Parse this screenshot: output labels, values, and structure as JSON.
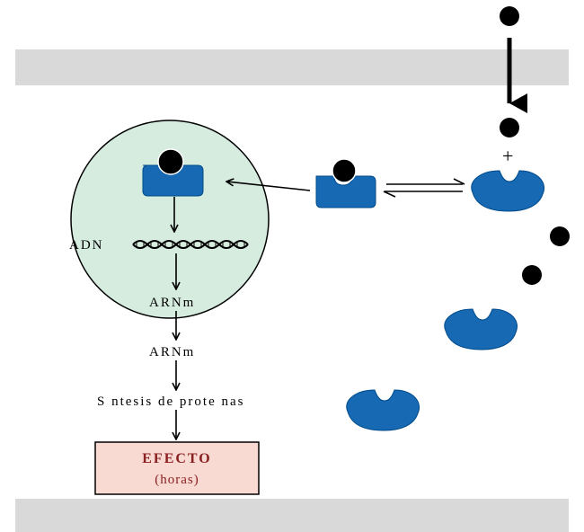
{
  "labels": {
    "plus": "+",
    "adn": "ADN",
    "arnm_nucleus": "ARNm",
    "arnm_cytoplasm": "ARNm",
    "synthesis": "S ntesis de prote nas",
    "effect_title": "EFECTO",
    "effect_time": "(horas)"
  },
  "colors": {
    "membrane": "#d9d9d9",
    "nucleus_fill": "#d5ecdf",
    "receptor_fill": "#1769b4",
    "ligand": "#000000",
    "effect_box_fill": "#f8dad2",
    "effect_text": "#8b2020"
  }
}
